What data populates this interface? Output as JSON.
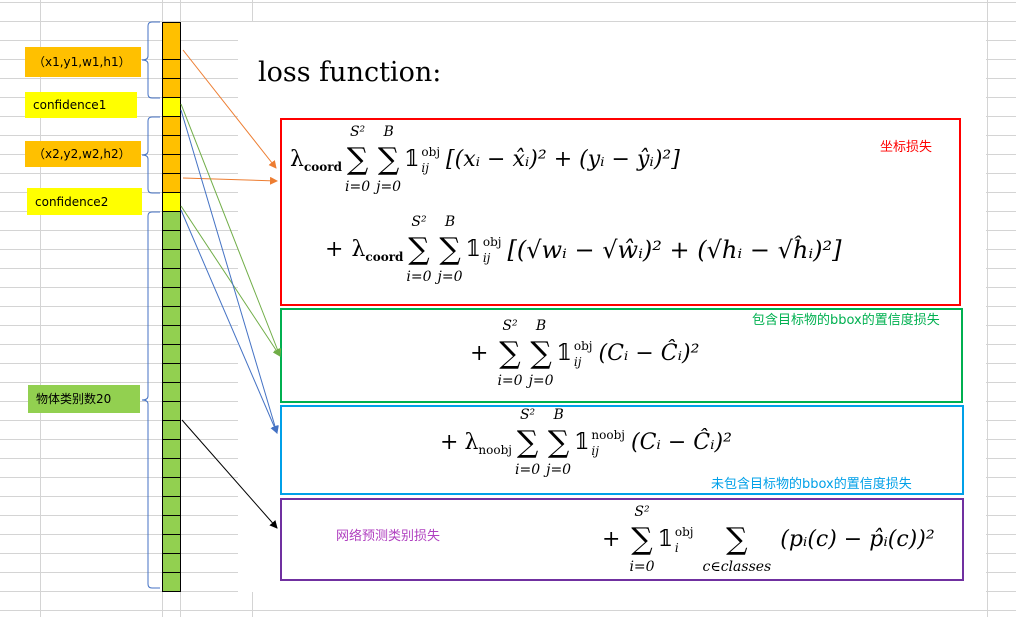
{
  "title": "loss function:",
  "column": {
    "segments": [
      {
        "kind": "coord",
        "count": 4,
        "color": "#ffc000"
      },
      {
        "kind": "confidence",
        "count": 1,
        "color": "#ffff00"
      },
      {
        "kind": "coord",
        "count": 4,
        "color": "#ffc000"
      },
      {
        "kind": "confidence",
        "count": 1,
        "color": "#ffff00"
      },
      {
        "kind": "class",
        "count": 20,
        "color": "#92d050"
      }
    ]
  },
  "labels": {
    "box1": "（x1,y1,w1,h1）",
    "conf1": "confidence1",
    "box2": "（x2,y2,w2,h2）",
    "conf2": "confidence2",
    "classes": "物体类别数20"
  },
  "notes": {
    "coord": "坐标损失",
    "obj_conf": "包含目标物的bbox的置信度损失",
    "noobj_conf": "未包含目标物的bbox的置信度损失",
    "class": "网络预测类别损失"
  },
  "colors": {
    "coord": "#ff0000",
    "obj_conf": "#00b050",
    "noobj_conf": "#00b0f0",
    "class": "#7030a0"
  },
  "formula": {
    "lambda_coord": "λ",
    "coord": "coord",
    "lambda_noobj": "λ",
    "noobj": "noobj",
    "sum": "∑",
    "S2": "S²",
    "B": "B",
    "i0": "i=0",
    "j0": "j=0",
    "one": "𝟙",
    "obj": "obj",
    "ij": "ij",
    "i": "i",
    "plus": "+",
    "term1": "[(xᵢ − x̂ᵢ)² + (yᵢ − ŷᵢ)²]",
    "term2": "[(√wᵢ − √ŵᵢ)² + (√hᵢ − √ĥᵢ)²]",
    "term3": "(Cᵢ − Ĉᵢ)²",
    "term4": "(Cᵢ − Ĉᵢ)²",
    "classes": "c∈classes",
    "term5": "(pᵢ(c) − p̂ᵢ(c))²"
  }
}
